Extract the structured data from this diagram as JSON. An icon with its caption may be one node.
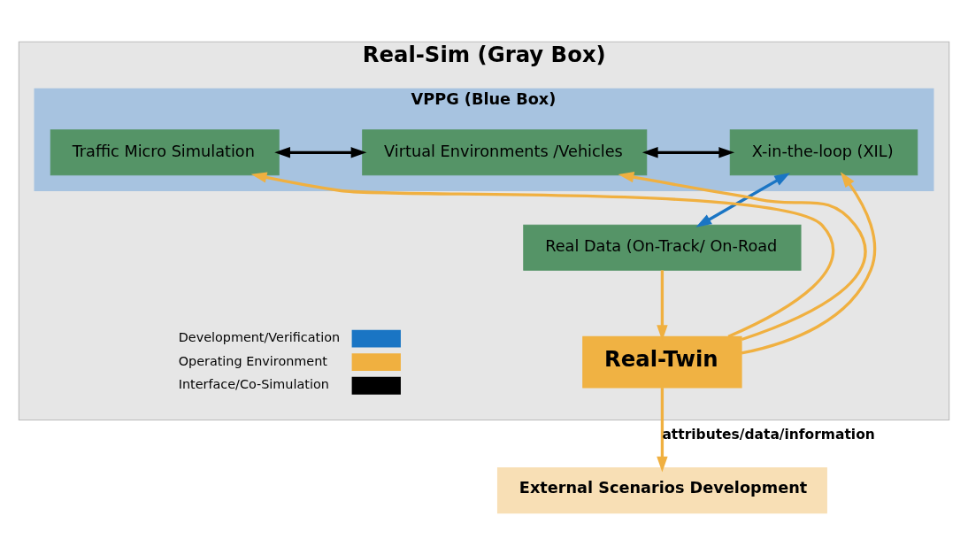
{
  "diagram": {
    "nodes": [
      {
        "text": [
          "Real-Sim (Gray Box)"
        ]
      },
      {
        "text": [
          "VPPG (Blue Box)"
        ],
        "in": 0
      },
      {
        "text": [
          "Traffic Micro Simulation"
        ],
        "in": 1
      },
      {
        "text": [
          "Virtual Environments /Vehicles"
        ],
        "in": 1
      },
      {
        "text": [
          "X-in-the-loop (XIL)"
        ],
        "in": 1
      },
      {
        "text": [
          "Real-Twin"
        ],
        "in": 0
      },
      {
        "text": [
          "Real Data (On-Track/ On-Road"
        ],
        "in": 0
      },
      {
        "text": [
          "External Scenarios Development"
        ]
      }
    ],
    "edges": [
      {
        "from": 2,
        "to": 3,
        "arrow": "both",
        "color": "#000000"
      },
      {
        "from": 3,
        "to": 4,
        "arrow": "both",
        "color": "#000000"
      },
      {
        "from": 5,
        "to": 2,
        "arrow": "to"
      },
      {
        "from": 5,
        "to": 3,
        "arrow": "to"
      },
      {
        "from": 5,
        "to": 4,
        "arrow": "to"
      },
      {
        "from": 4,
        "to": 6,
        "arrow": "both",
        "color": "#1a75c4"
      },
      {
        "from": 6,
        "to": 5,
        "arrow": "to"
      },
      {
        "from": 5,
        "to": 7,
        "arrow": "to",
        "label": "attributes/data/information"
      }
    ],
    "legend": [
      {
        "text": "Development/Verification"
      },
      {
        "text": "Operating Environment"
      },
      {
        "text": "Interface/Co-Simulation"
      }
    ]
  }
}
